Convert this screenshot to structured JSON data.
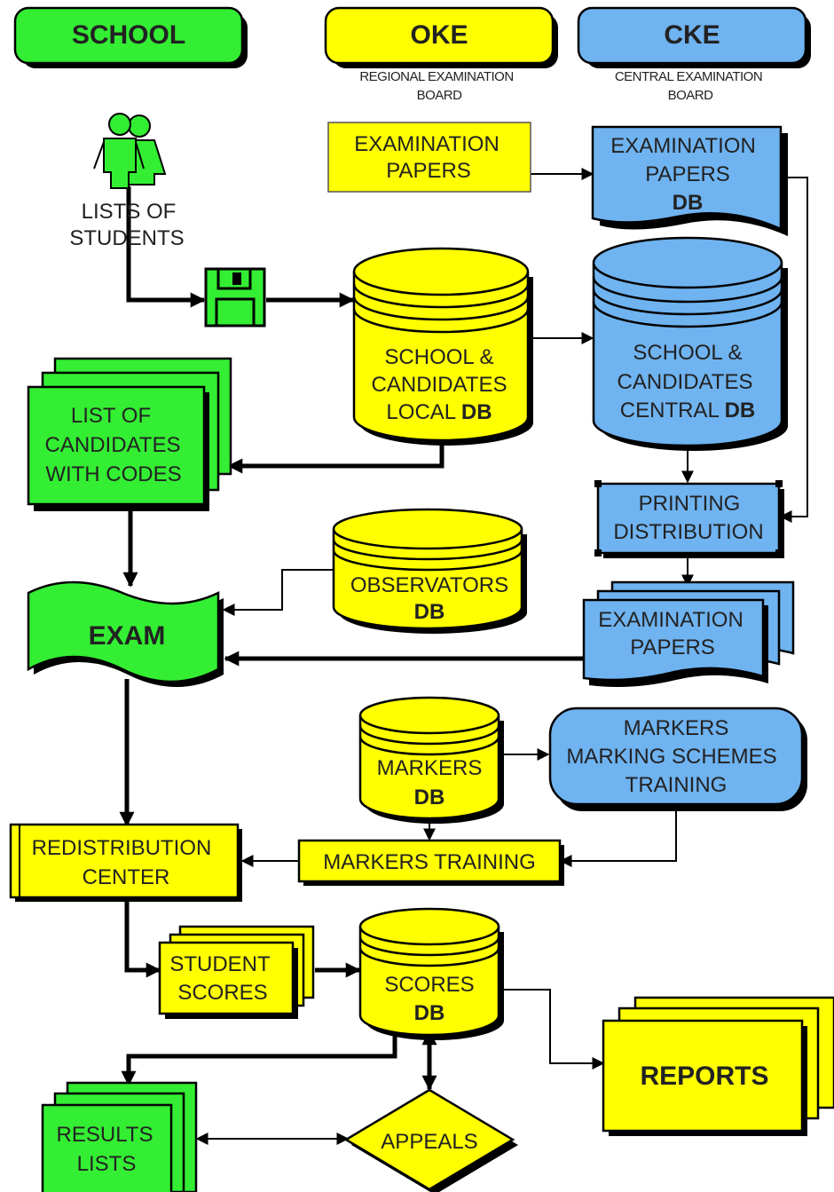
{
  "colors": {
    "school": "#33ee33",
    "oke": "#ffff00",
    "cke": "#6fb3f0",
    "stroke": "#000000"
  },
  "headers": {
    "school": "SCHOOL",
    "oke": "OKE",
    "oke_sub_1": "REGIONAL EXAMINATION",
    "oke_sub_2": "BOARD",
    "cke": "CKE",
    "cke_sub_1": "CENTRAL EXAMINATION",
    "cke_sub_2": "BOARD"
  },
  "nodes": {
    "students": {
      "icon": "people-icon",
      "line1": "LISTS OF",
      "line2": "STUDENTS"
    },
    "disk": {
      "icon": "floppy-disk-icon"
    },
    "exam_papers_oke": {
      "line1": "EXAMINATION",
      "line2": "PAPERS"
    },
    "exam_papers_db": {
      "line1": "EXAMINATION",
      "line2": "PAPERS",
      "db": "DB"
    },
    "local_db": {
      "line1": "SCHOOL &",
      "line2": "CANDIDATES",
      "line3": "LOCAL ",
      "db": "DB"
    },
    "central_db": {
      "line1": "SCHOOL &",
      "line2": "CANDIDATES",
      "line3": "CENTRAL ",
      "db": "DB"
    },
    "list_candidates": {
      "line1": "LIST OF",
      "line2": "CANDIDATES",
      "line3": "WITH CODES"
    },
    "printing": {
      "line1": "PRINTING",
      "line2": "DISTRIBUTION"
    },
    "observators": {
      "line1": "OBSERVATORS",
      "db": "DB"
    },
    "exam": {
      "label": "EXAM"
    },
    "exam_papers_cke": {
      "line1": "EXAMINATION",
      "line2": "PAPERS"
    },
    "markers_db": {
      "line1": "MARKERS",
      "db": "DB"
    },
    "markers_schemes": {
      "line1": "MARKERS",
      "line2": "MARKING SCHEMES",
      "line3": "TRAINING"
    },
    "redistribution": {
      "line1": "REDISTRIBUTION",
      "line2": "CENTER"
    },
    "markers_training": {
      "label": "MARKERS TRAINING"
    },
    "student_scores": {
      "line1": "STUDENT",
      "line2": "SCORES"
    },
    "scores_db": {
      "line1": "SCORES",
      "db": "DB"
    },
    "reports": {
      "label": "REPORTS"
    },
    "results_lists": {
      "line1": "RESULTS",
      "line2": "LISTS"
    },
    "appeals": {
      "label": "APPEALS"
    }
  }
}
